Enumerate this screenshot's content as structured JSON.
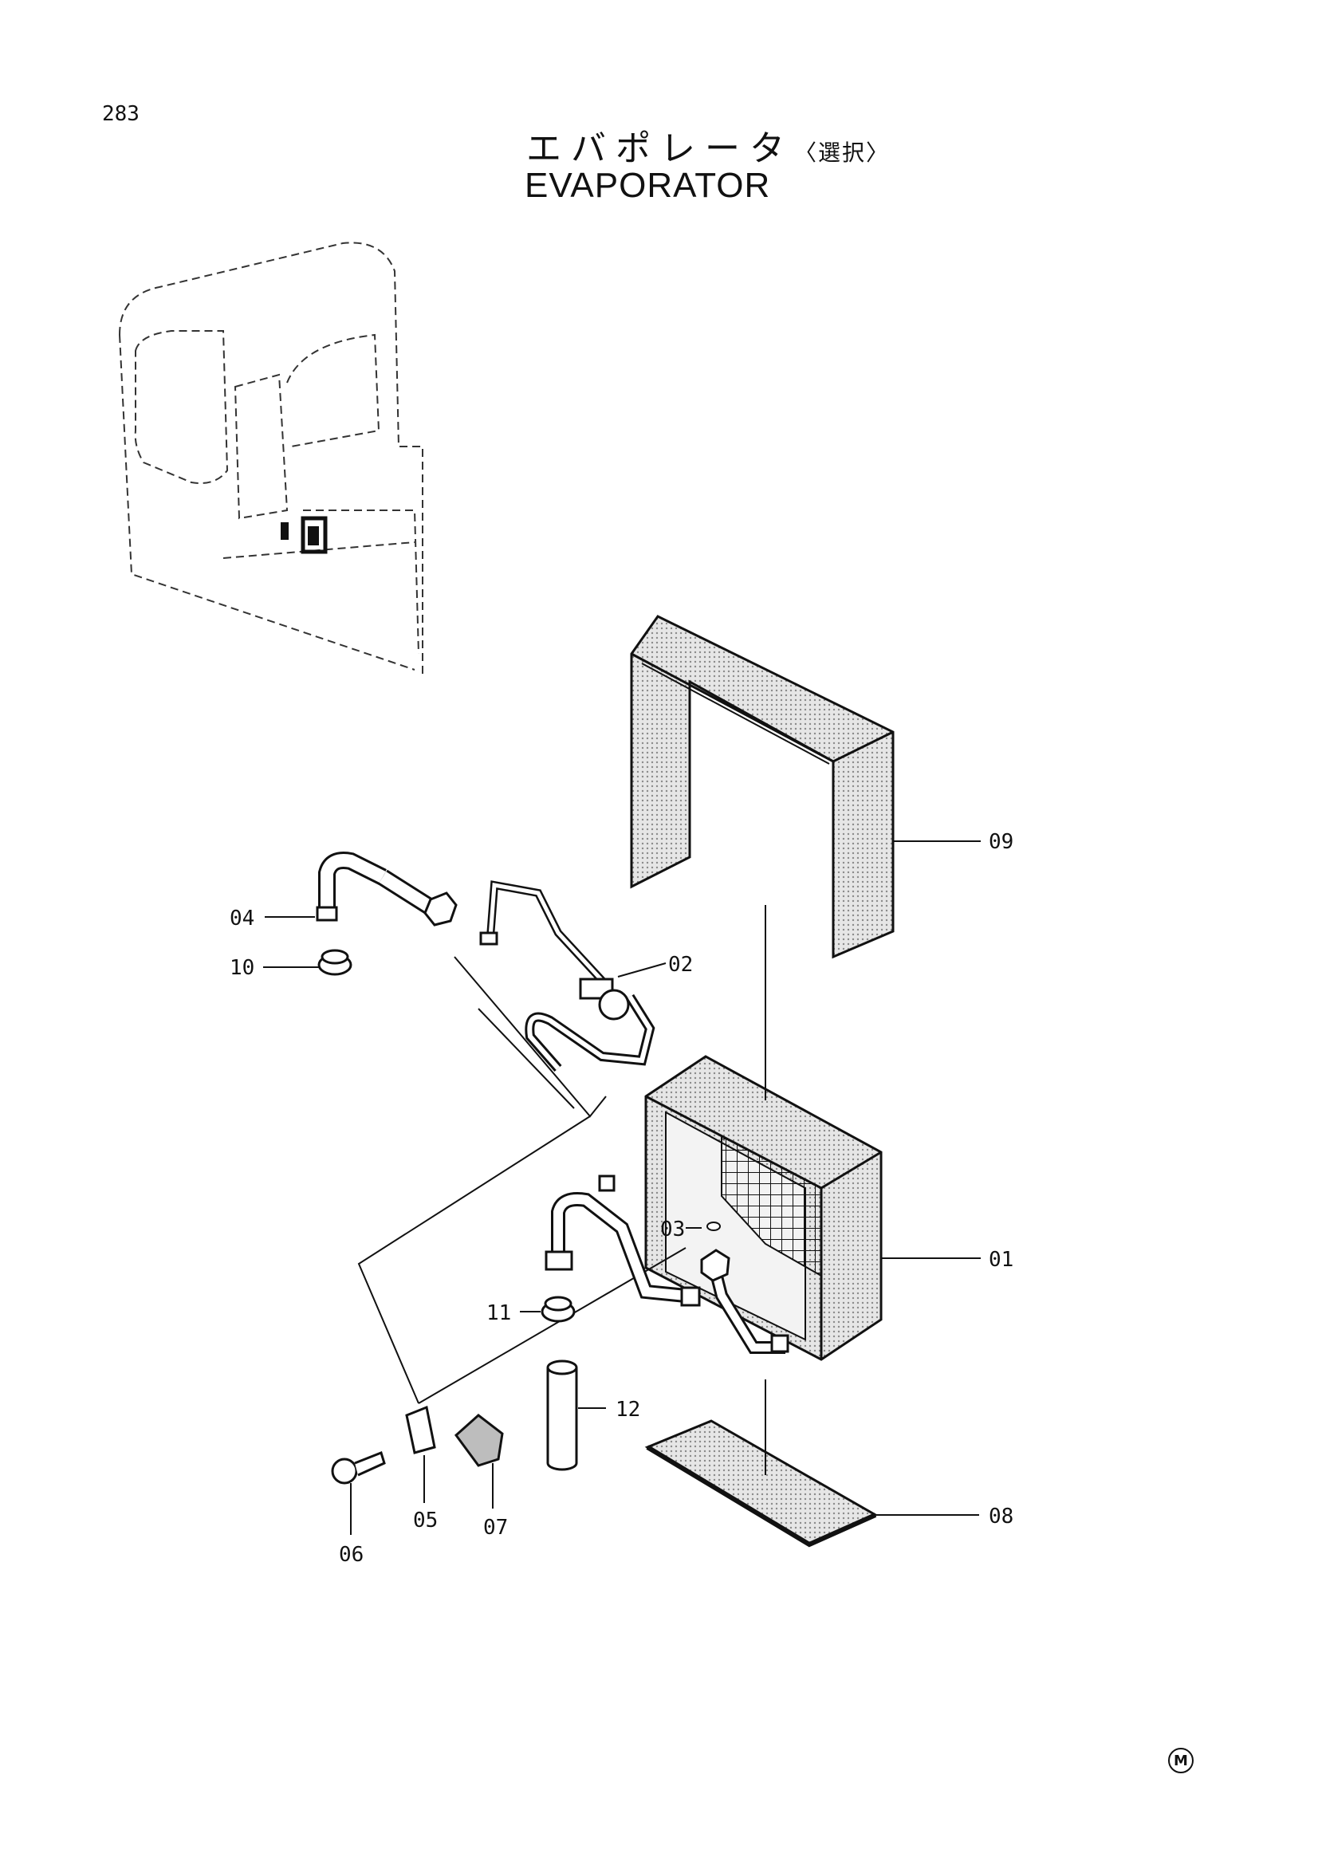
{
  "header": {
    "page_number": "283",
    "title_jp": "エバポレータ",
    "title_jp_note": "〈選択〉",
    "title_en": "EVAPORATOR"
  },
  "callouts": [
    {
      "id": "01",
      "label": "01"
    },
    {
      "id": "02",
      "label": "02"
    },
    {
      "id": "03",
      "label": "03"
    },
    {
      "id": "04",
      "label": "04"
    },
    {
      "id": "05",
      "label": "05"
    },
    {
      "id": "06",
      "label": "06"
    },
    {
      "id": "07",
      "label": "07"
    },
    {
      "id": "08",
      "label": "08"
    },
    {
      "id": "09",
      "label": "09"
    },
    {
      "id": "10",
      "label": "10"
    },
    {
      "id": "11",
      "label": "11"
    },
    {
      "id": "12",
      "label": "12"
    }
  ],
  "footer": {
    "mark": "M"
  },
  "colors": {
    "line": "#111111",
    "shade": "#bdbdbd"
  }
}
